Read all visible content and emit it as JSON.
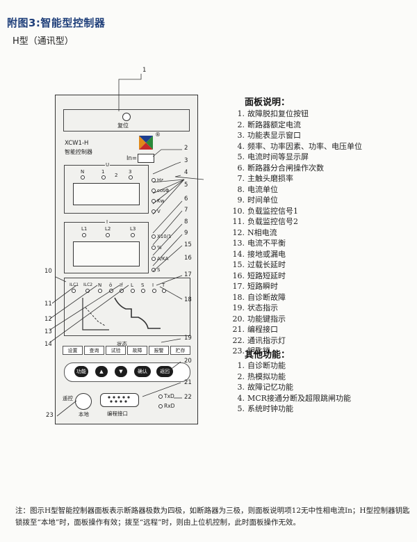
{
  "figure_title": "附图3:智能型控制器",
  "subtitle": "H型（通讯型）",
  "panel": {
    "reset_label": "复位",
    "model": "XCW1-H",
    "name": "智能控制器",
    "in_label": "In=",
    "reg_mark": "®",
    "u_label": "U",
    "u_phases": [
      "N",
      "1",
      "2",
      "3"
    ],
    "i_label": "I",
    "i_phases": [
      "L1",
      "L2",
      "L3"
    ],
    "units_top": [
      "Hz",
      "cosΦ",
      "Kw",
      "V"
    ],
    "units_bottom": [
      "X10/1",
      "%",
      "A/KA",
      "S"
    ],
    "status_leds": [
      "ILC1",
      "ILC2",
      "N",
      "ö",
      "If",
      "L",
      "S",
      "I",
      "T"
    ],
    "status_label": "状态",
    "fn_buttons": [
      "设置",
      "查询",
      "试验",
      "故障",
      "报警",
      "贮存"
    ],
    "keys": [
      "功能",
      "▲",
      "▼",
      "确认",
      "返回"
    ],
    "remote_label": "遥控",
    "local_label": "本地",
    "port_label": "编程接口",
    "txd": "TxD",
    "rxd": "RxD"
  },
  "callouts": [
    "1",
    "2",
    "3",
    "4",
    "5",
    "6",
    "7",
    "8",
    "9",
    "10",
    "11",
    "12",
    "13",
    "14",
    "15",
    "16",
    "17",
    "18",
    "19",
    "20",
    "21",
    "22",
    "23"
  ],
  "panel_desc": {
    "title": "面板说明：",
    "items": [
      {
        "n": "1.",
        "t": "故障脱扣复位按钮"
      },
      {
        "n": "2.",
        "t": "断路器额定电流"
      },
      {
        "n": "3.",
        "t": "功能表显示窗口"
      },
      {
        "n": "4.",
        "t": "频率、功率因素、功率、电压单位"
      },
      {
        "n": "5.",
        "t": "电流时间等显示屏"
      },
      {
        "n": "6.",
        "t": "断路器分合闸操作次数"
      },
      {
        "n": "7.",
        "t": "主触头磨损率"
      },
      {
        "n": "8.",
        "t": "电流单位"
      },
      {
        "n": "9.",
        "t": "时间单位"
      },
      {
        "n": "10.",
        "t": "负载监控信号1"
      },
      {
        "n": "11.",
        "t": "负载监控信号2"
      },
      {
        "n": "12.",
        "t": "N相电流"
      },
      {
        "n": "13.",
        "t": "电流不平衡"
      },
      {
        "n": "14.",
        "t": "接地或漏电"
      },
      {
        "n": "15.",
        "t": "过载长延时"
      },
      {
        "n": "16.",
        "t": "短路短延时"
      },
      {
        "n": "17.",
        "t": "短路瞬时"
      },
      {
        "n": "18.",
        "t": "自诊断故障"
      },
      {
        "n": "19.",
        "t": "状态指示"
      },
      {
        "n": "20.",
        "t": "功能键指示"
      },
      {
        "n": "21.",
        "t": "编程接口"
      },
      {
        "n": "22.",
        "t": "通讯指示灯"
      },
      {
        "n": "23.",
        "t": "钥匙锁"
      }
    ]
  },
  "other_functions": {
    "title": "其他功能：",
    "items": [
      {
        "n": "1.",
        "t": "自诊断功能"
      },
      {
        "n": "2.",
        "t": "热模拟功能"
      },
      {
        "n": "3.",
        "t": "故障记忆功能"
      },
      {
        "n": "4.",
        "t": "MCR接通分断及超限跳闸功能"
      },
      {
        "n": "5.",
        "t": "系统时钟功能"
      }
    ]
  },
  "note": "注：图示H型智能控制器面板表示断路器极数为四极，如断路器为三极，则面板说明项12无中性相电流In；H型控制器钥匙锁拨至“本地”时，面板操作有效；拨至“远程”时，则由上位机控制，此时面板操作无效。"
}
